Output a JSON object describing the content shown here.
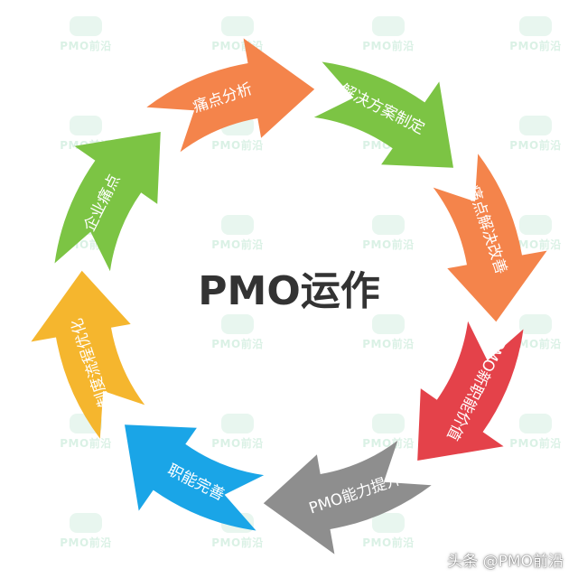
{
  "center_title": "PMO运作",
  "credit": "头条 @PMO前沿",
  "watermark": "PMO前沿",
  "cycle": [
    {
      "label": "解决方案制定",
      "color": "#7cc444"
    },
    {
      "label": "痛点解决改善",
      "color": "#f4844b"
    },
    {
      "label": "PMO新职能价值",
      "color": "#e4424a"
    },
    {
      "label": "PMO能力提升",
      "color": "#8e8e8e"
    },
    {
      "label": "职能完善",
      "color": "#1aa5e7"
    },
    {
      "label": "制度流程优化",
      "color": "#f5b62e"
    },
    {
      "label": "企业痛点",
      "color": "#7cc444"
    },
    {
      "label": "痛点分析",
      "color": "#f4844b"
    }
  ]
}
